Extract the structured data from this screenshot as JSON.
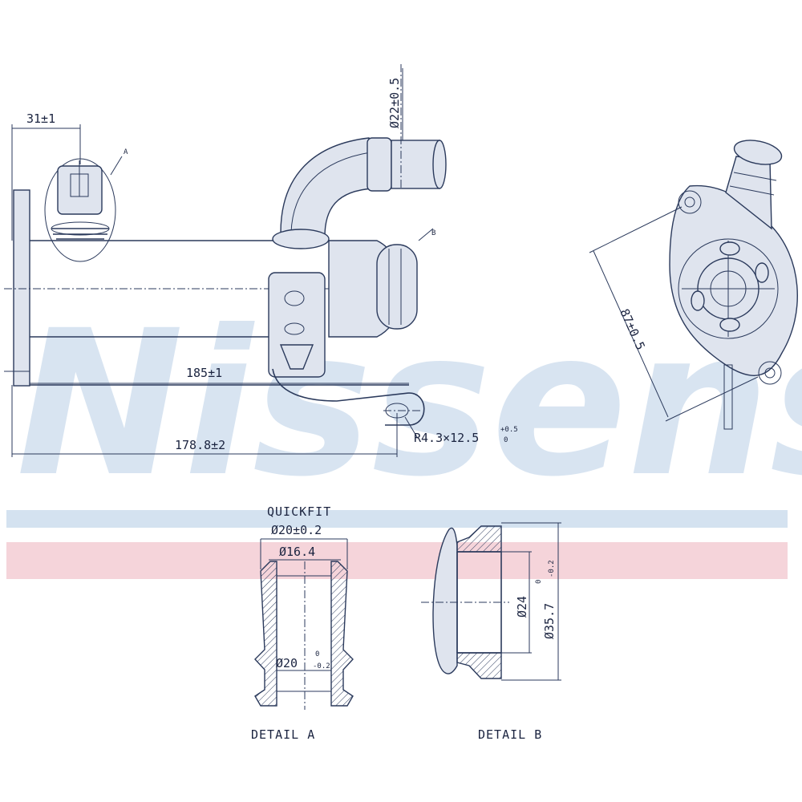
{
  "brand": {
    "watermark": "Nissens",
    "stripe_blue": "#b8cfe6",
    "stripe_red": "#f1c2cb"
  },
  "dimensions": {
    "width_31": "31±1",
    "tube_d22": "Ø22±0.5",
    "len_185": "185±1",
    "len_178": "178.8±2",
    "slot": "R4.3×12.5",
    "slot_tol_up": "+0.5",
    "slot_tol_dn": "0",
    "span_87": "87±0.5"
  },
  "callouts": {
    "detail_a_marker": "A",
    "detail_b_marker": "B"
  },
  "detail_a": {
    "label": "DETAIL A",
    "heading": "QUICKFIT",
    "d20_top": "Ø20±0.2",
    "d16": "Ø16.4",
    "d20_bottom": "Ø20",
    "d20_tol_up": "0",
    "d20_tol_dn": "-0.2"
  },
  "detail_b": {
    "label": "DETAIL B",
    "d24": "Ø24",
    "d35": "Ø35.7",
    "d35_tol_up": "0",
    "d35_tol_dn": "-0.2"
  }
}
